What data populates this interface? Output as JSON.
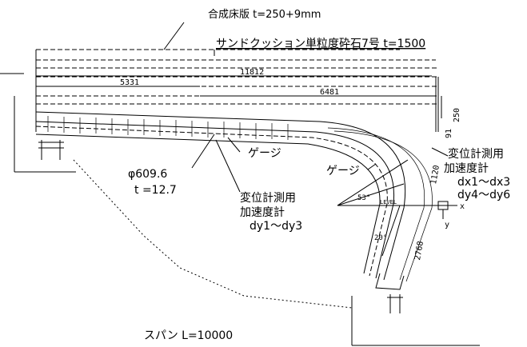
{
  "labels": {
    "deck_plate": "合成床版 t=250+9mm",
    "cushion": "サンドクッション単粒度砕石7号 t=1500",
    "dim_11812": "11812",
    "dim_5331": "5331",
    "dim_6481": "6481",
    "dim_250": "250",
    "dim_91": "91",
    "gauge_left": "ゲージ",
    "gauge_right": "ゲージ",
    "pipe_diameter": "φ609.6",
    "pipe_thickness": "t =12.7",
    "sensor_mid_line1": "変位計測用",
    "sensor_mid_line2": "加速度計",
    "sensor_mid_line3": "dy1～dy3",
    "sensor_right_line1": "変位計測用",
    "sensor_right_line2": "加速度計",
    "sensor_right_line3": "dx1～dx3",
    "sensor_right_line4": "dy4～dy6",
    "angle_53": "53°",
    "angle_20": "20°",
    "level": "LEVEL",
    "dim_1120": "1120",
    "dim_2768": "2768",
    "axis_x": "x",
    "axis_y": "y",
    "span": "スパン L=10000"
  }
}
